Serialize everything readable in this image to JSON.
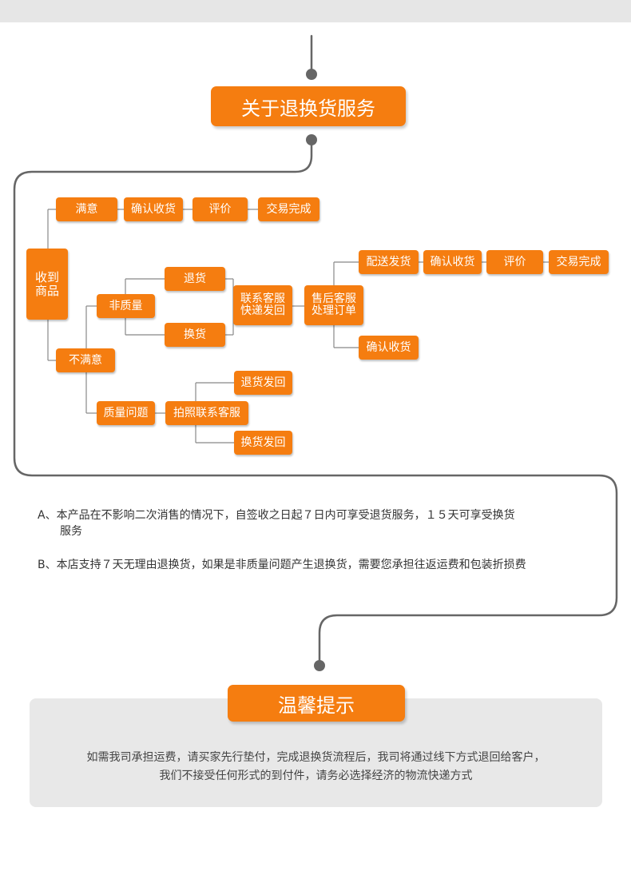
{
  "section1": {
    "title": "关于退换货服务"
  },
  "flow": {
    "received": "收到\n商品",
    "satisfied": "满意",
    "confirm1": "确认收货",
    "review1": "评价",
    "done1": "交易完成",
    "unsatisfied": "不满意",
    "non_quality": "非质量",
    "return": "退货",
    "exchange": "换货",
    "contact_express": "联系客服\n快递发回",
    "aftersale": "售后客服\n处理订单",
    "ship": "配送发货",
    "confirm2": "确认收货",
    "review2": "评价",
    "done2": "交易完成",
    "confirm3": "确认收货",
    "quality_issue": "质量问题",
    "photo_contact": "拍照联系客服",
    "return_send": "退货发回",
    "exchange_send": "换货发回"
  },
  "notes": {
    "a_line1": "A、本产品在不影响二次消售的情况下，自签收之日起７日内可享受退货服务，１５天可享受换货",
    "a_line2": "服务",
    "b_line": "B、本店支持７天无理由退换货，如果是非质量问题产生退换货，需要您承担往返运费和包装折损费"
  },
  "section2": {
    "title": "温馨提示",
    "line1": "如需我司承担运费，请买家先行垫付，完成退换货流程后，我司将通过线下方式退回给客户，",
    "line2": "我们不接受任何形式的到付件，请务必选择经济的物流快递方式"
  },
  "colors": {
    "accent": "#f57d10",
    "line": "#666666",
    "panel": "#e8e8e8"
  }
}
